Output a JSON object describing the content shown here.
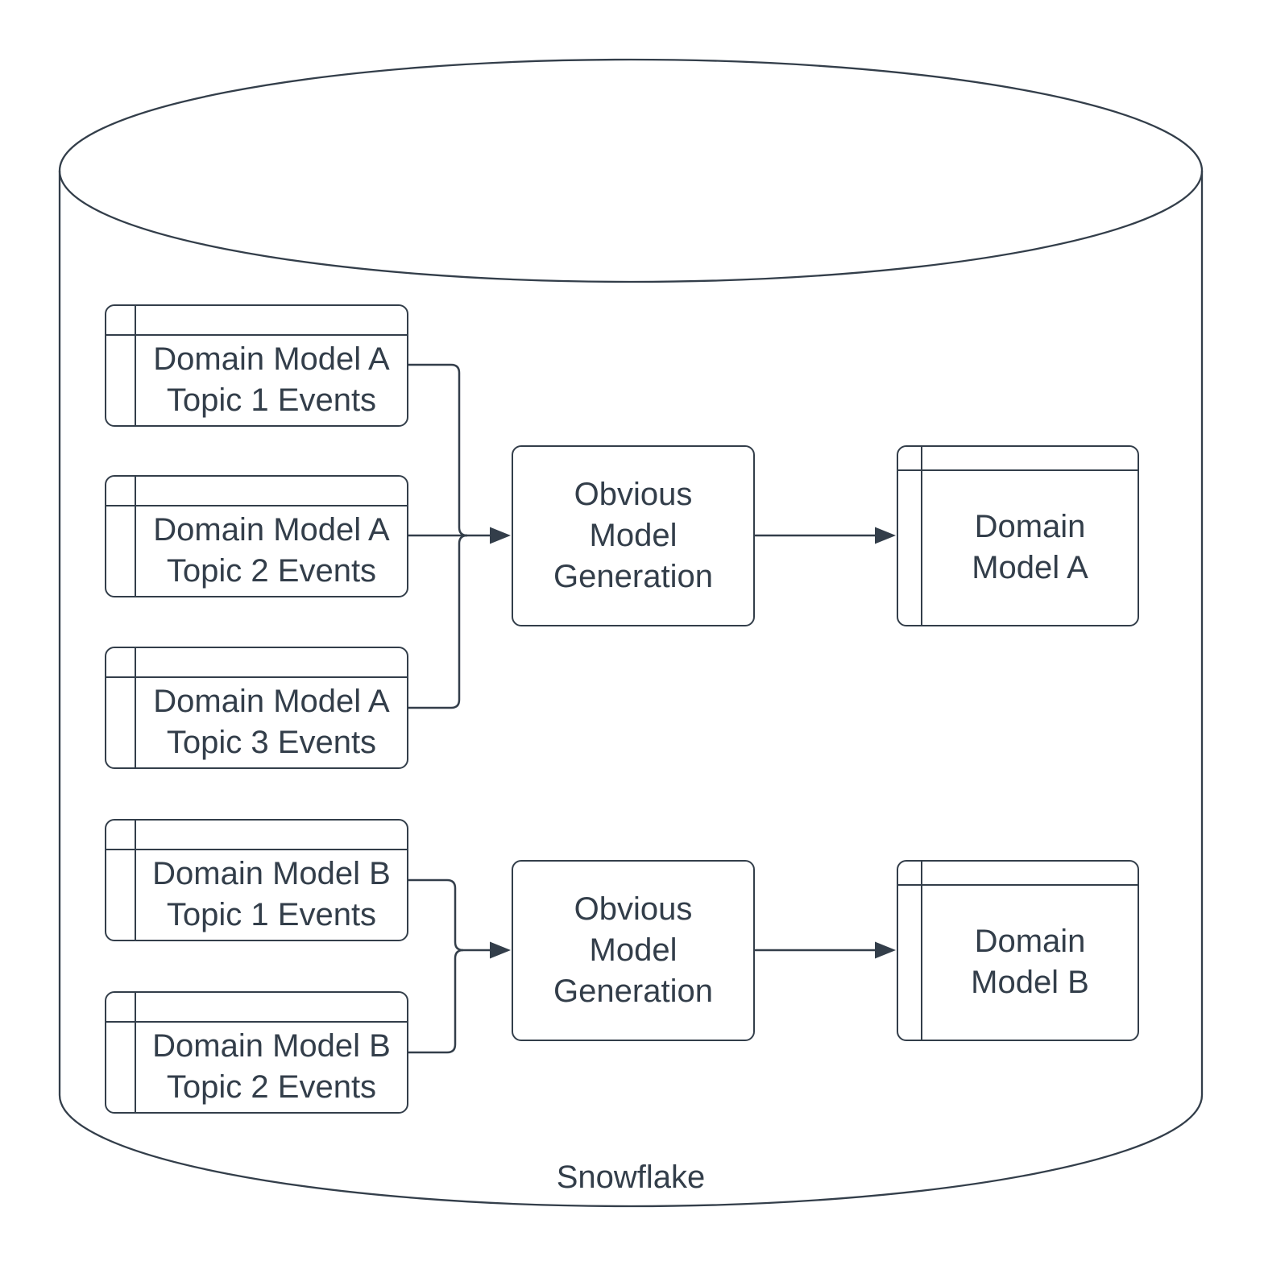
{
  "container": {
    "label": "Snowflake"
  },
  "colors": {
    "stroke": "#333e4a",
    "fill": "#ffffff"
  },
  "nodes": {
    "a_topic1": {
      "line1": "Domain Model A",
      "line2": "Topic 1 Events"
    },
    "a_topic2": {
      "line1": "Domain Model A",
      "line2": "Topic 2 Events"
    },
    "a_topic3": {
      "line1": "Domain Model A",
      "line2": "Topic 3 Events"
    },
    "b_topic1": {
      "line1": "Domain Model B",
      "line2": "Topic 1 Events"
    },
    "b_topic2": {
      "line1": "Domain Model B",
      "line2": "Topic 2 Events"
    },
    "process_a": {
      "line1": "Obvious",
      "line2": "Model",
      "line3": "Generation"
    },
    "process_b": {
      "line1": "Obvious",
      "line2": "Model",
      "line3": "Generation"
    },
    "output_a": {
      "line1": "Domain",
      "line2": "Model A"
    },
    "output_b": {
      "line1": "Domain",
      "line2": "Model B"
    }
  }
}
